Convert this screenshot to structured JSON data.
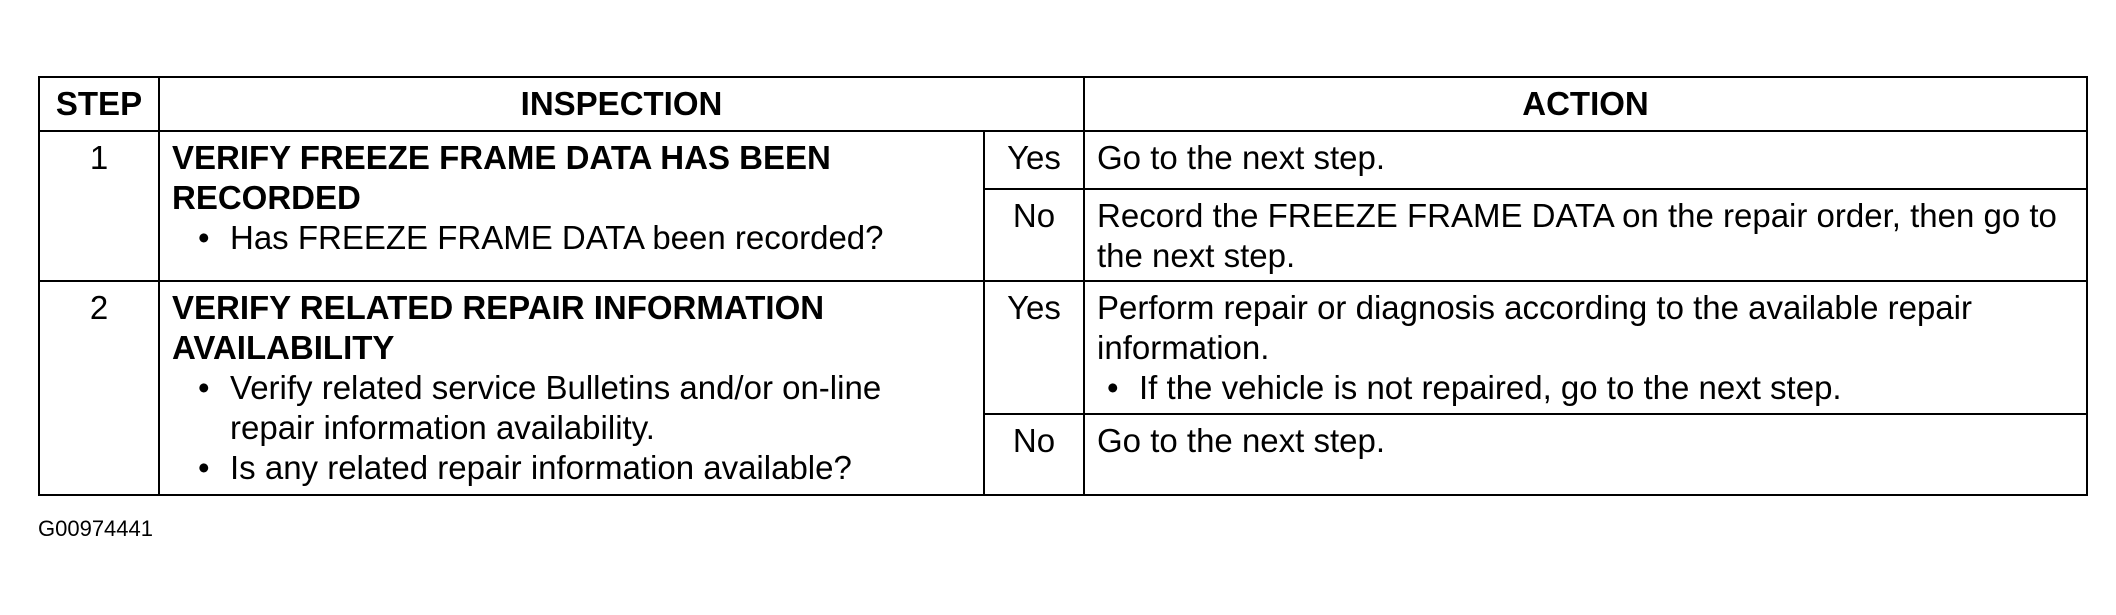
{
  "table": {
    "headers": {
      "step": "STEP",
      "inspection": "INSPECTION",
      "action": "ACTION"
    },
    "rows": [
      {
        "step": "1",
        "title": "VERIFY FREEZE FRAME DATA HAS BEEN RECORDED",
        "bullets": [
          "Has FREEZE FRAME DATA been recorded?"
        ],
        "outcomes": [
          {
            "answer": "Yes",
            "action": "Go to the next step."
          },
          {
            "answer": "No",
            "action": "Record the FREEZE FRAME DATA on the repair order, then go to the next step."
          }
        ]
      },
      {
        "step": "2",
        "title": "VERIFY RELATED REPAIR INFORMATION AVAILABILITY",
        "bullets": [
          "Verify related service Bulletins and/or on-line repair information availability.",
          "Is any related repair information available?"
        ],
        "outcomes": [
          {
            "answer": "Yes",
            "action": "Perform repair or diagnosis according to the available repair information.",
            "action_bullets": [
              "If the vehicle is not repaired, go to the next step."
            ]
          },
          {
            "answer": "No",
            "action": "Go to the next step."
          }
        ]
      }
    ]
  },
  "figure_id": "G00974441"
}
